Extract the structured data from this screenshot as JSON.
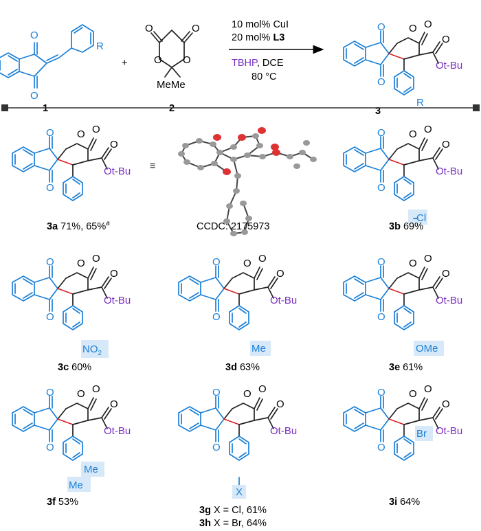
{
  "scheme": {
    "plus": "+",
    "reactant1_R": "R",
    "reactant1_label": "1",
    "reactant2_me": "MeMe",
    "reactant2_label": "2",
    "product_label": "3",
    "product_R": "R",
    "cond1": "10 mol% CuI",
    "cond2_a": "20 mol% ",
    "cond2_b": "L3",
    "cond3_a": "TBHP",
    "cond3_b": ", DCE",
    "cond4": "80 °C"
  },
  "atoms": {
    "O": "O",
    "OtBu": "Ot-Bu",
    "Cl": "Cl",
    "NO": "NO",
    "sub2": "2",
    "Me": "Me",
    "OMe": "OMe",
    "X": "X",
    "Br": "Br"
  },
  "equiv": "≡",
  "crystal": "CCDC: 2175973",
  "products": [
    {
      "id": "3a",
      "text": " 71%, 65%",
      "sup": "a"
    },
    {
      "id": "3b",
      "text": " 69%"
    },
    {
      "id": "3c",
      "text": " 60%"
    },
    {
      "id": "3d",
      "text": " 63%"
    },
    {
      "id": "3e",
      "text": " 61%"
    },
    {
      "id": "3f",
      "text": " 53%"
    },
    {
      "id": "3g",
      "text": " X = Cl, 61%"
    },
    {
      "id": "3h",
      "text": " X = Br, 64%"
    },
    {
      "id": "3i",
      "text": " 64%"
    }
  ],
  "colors": {
    "blue": "#1a7fd6",
    "purple": "#7a2fc0",
    "red": "#d62020",
    "highlight": "#d7e9f8"
  }
}
